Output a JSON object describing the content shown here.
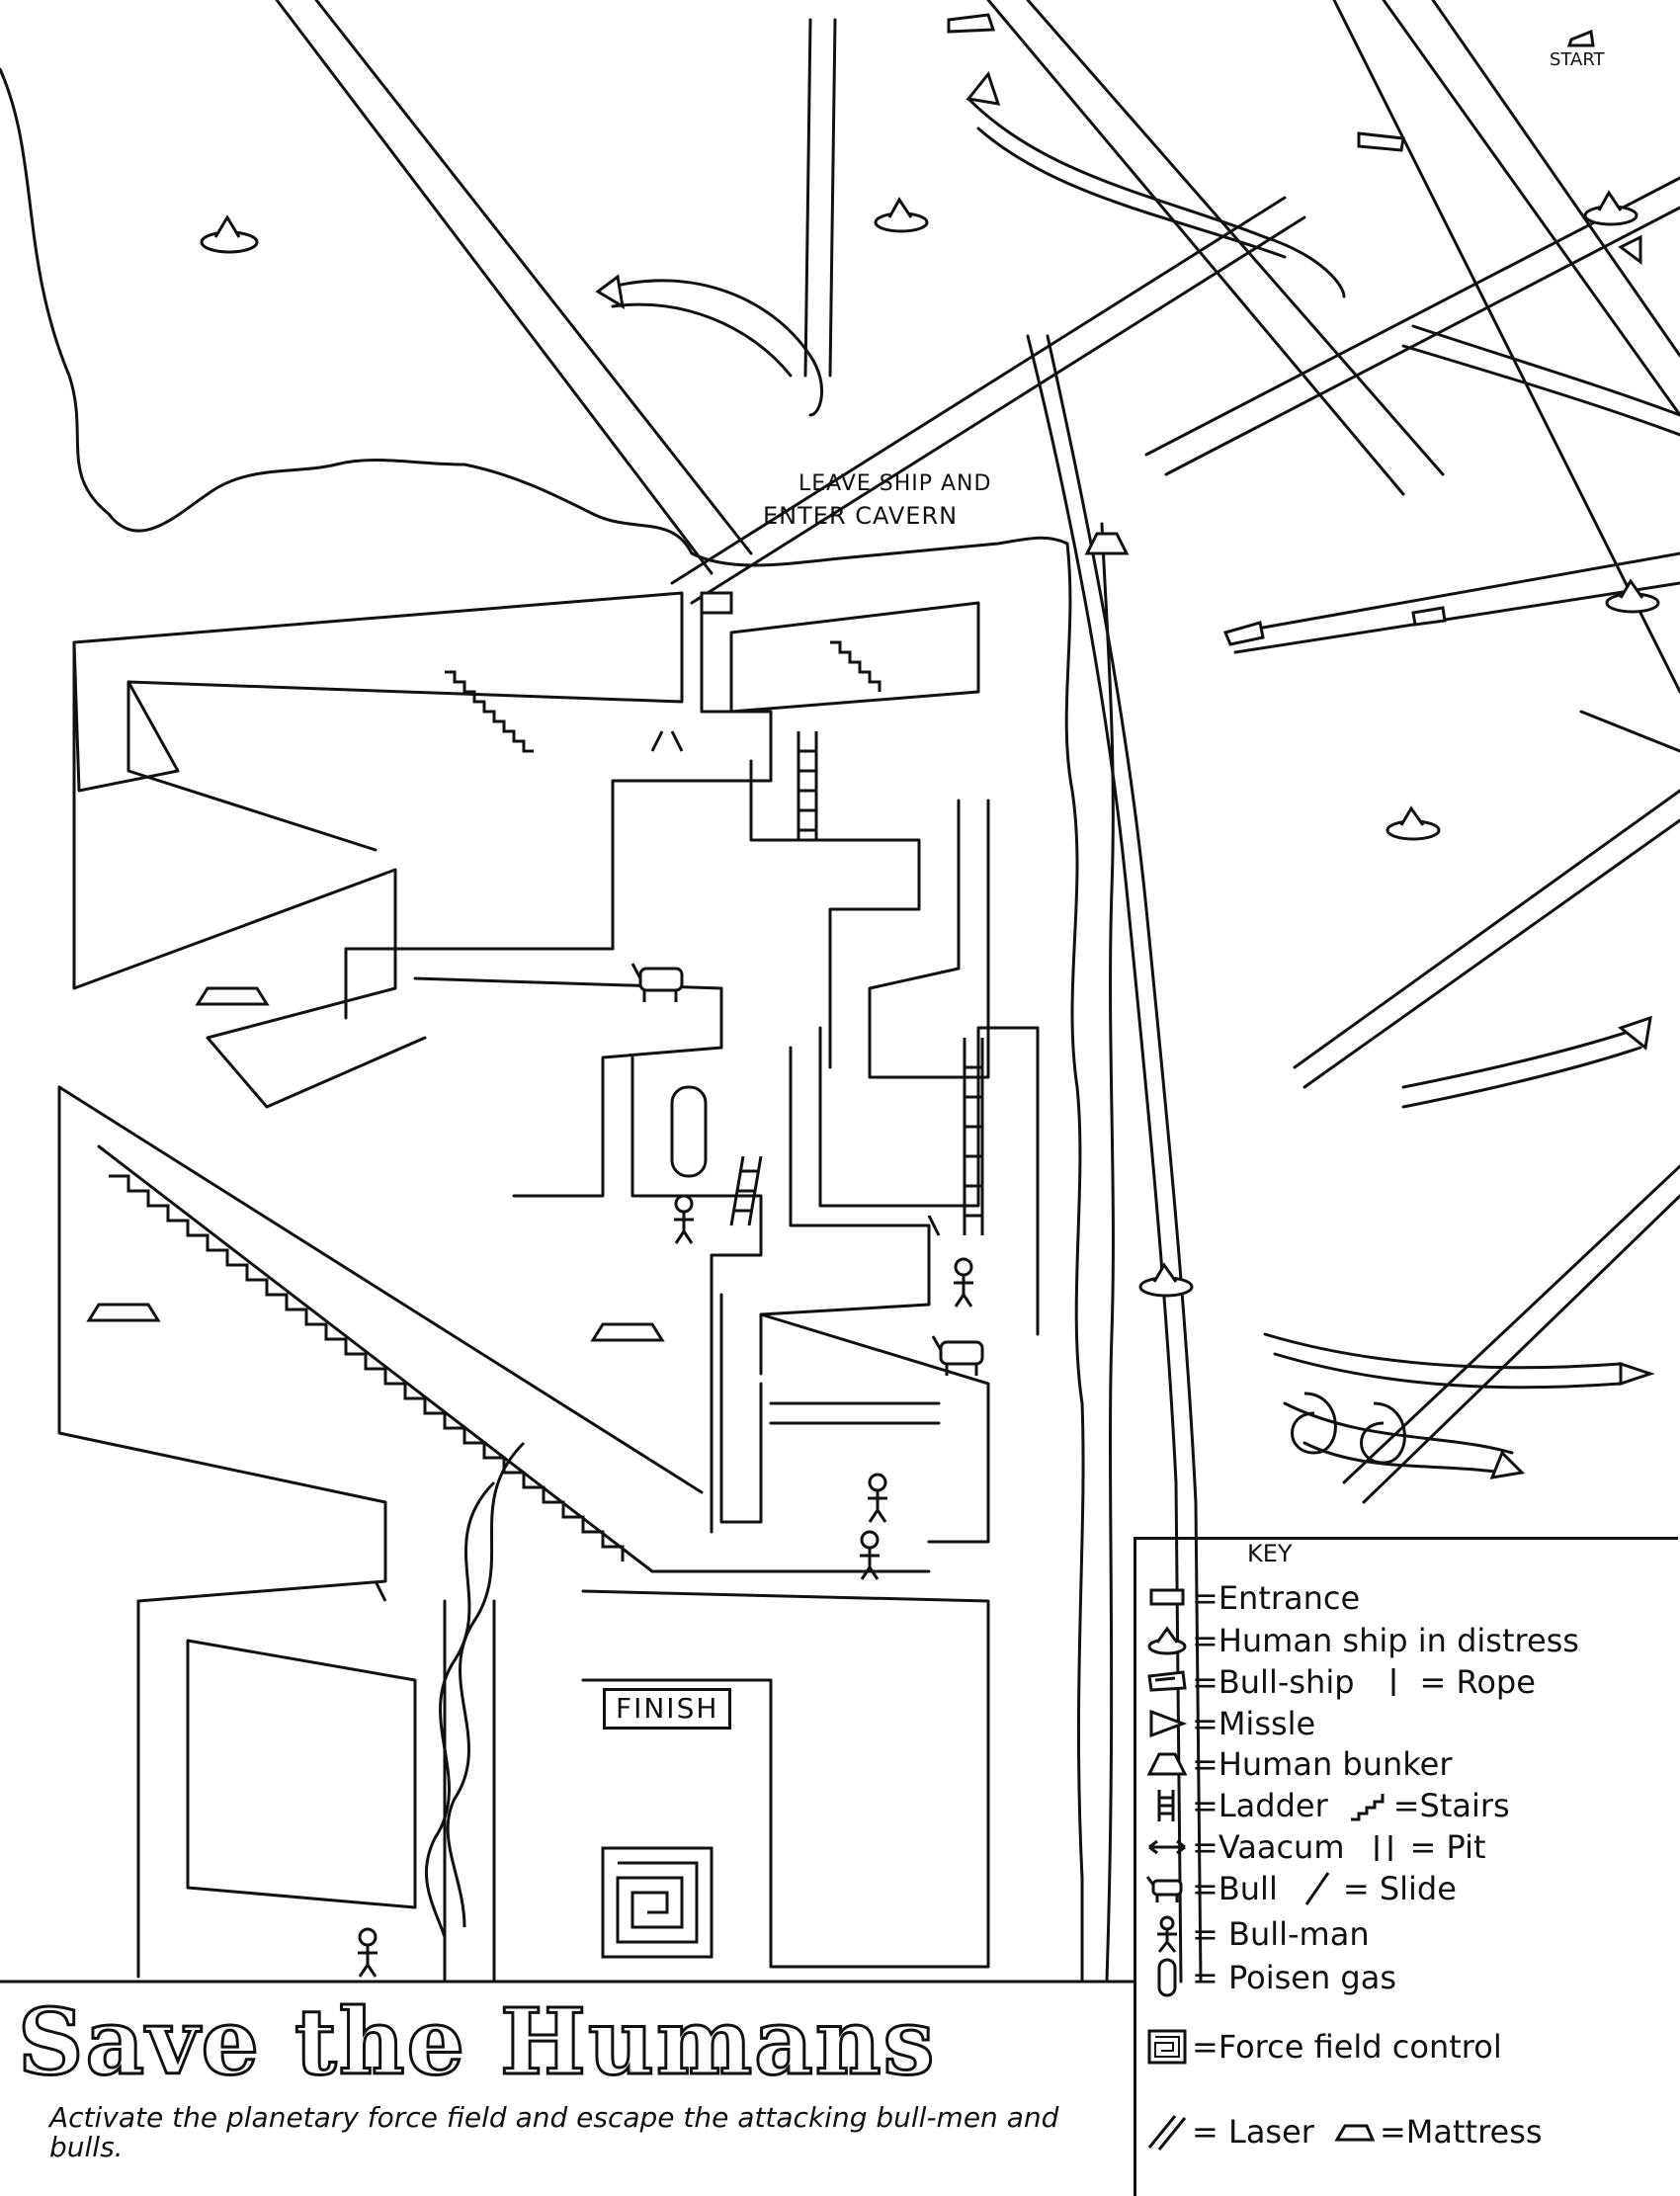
{
  "map": {
    "start_label": "START",
    "leave_label": "LEAVE SHIP AND",
    "enter_label": "ENTER CAVERN",
    "finish_label": "FINISH"
  },
  "title": "Save the Humans",
  "subtitle": "Activate the planetary force field and escape the attacking bull-men and bulls.",
  "key": {
    "title": "KEY",
    "items": [
      {
        "icon": "entrance-icon",
        "label": "=Entrance"
      },
      {
        "icon": "human-ship-icon",
        "label": "=Human ship in distress"
      },
      {
        "icon": "bull-ship-icon",
        "label": "=Bull-ship",
        "icon2": "rope-icon",
        "label2": "= Rope"
      },
      {
        "icon": "missile-icon",
        "label": "=Missle"
      },
      {
        "icon": "human-bunker-icon",
        "label": "=Human bunker"
      },
      {
        "icon": "ladder-icon",
        "label": "=Ladder",
        "icon2": "stairs-icon",
        "label2": "=Stairs"
      },
      {
        "icon": "vacuum-icon",
        "label": "=Vaacum",
        "icon2": "pit-icon",
        "label2": "= Pit"
      },
      {
        "icon": "bull-icon",
        "label": "=Bull",
        "icon2": "slide-icon",
        "label2": "= Slide"
      },
      {
        "icon": "bull-man-icon",
        "label": "= Bull-man"
      },
      {
        "icon": "poison-gas-icon",
        "label": "= Poisen gas"
      },
      {
        "icon": "force-field-control-icon",
        "label": "=Force field control"
      },
      {
        "icon": "laser-icon",
        "label": "= Laser",
        "icon2": "mattress-icon",
        "label2": "=Mattress"
      }
    ]
  },
  "colors": {
    "ink": "#111111",
    "paper": "#ffffff"
  }
}
